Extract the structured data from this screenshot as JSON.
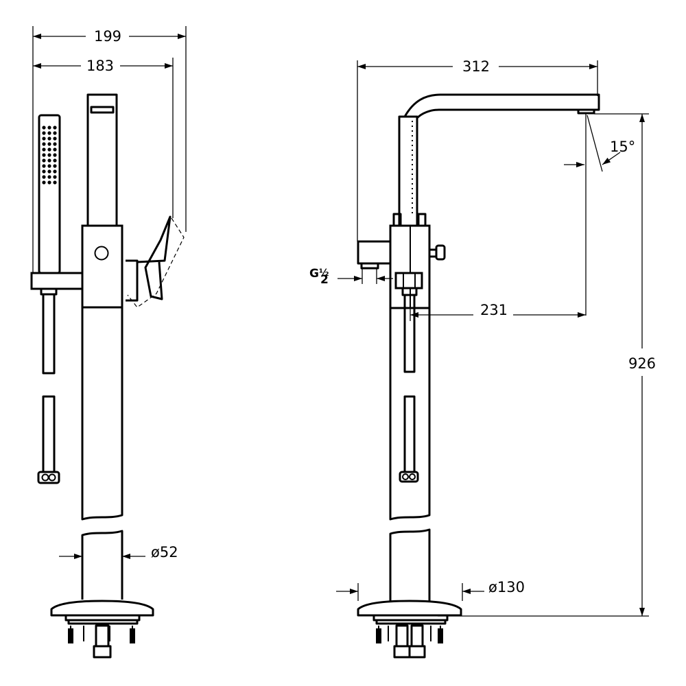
{
  "front_view": {
    "dim_overall_width": "199",
    "dim_lever_width": "183",
    "dim_column_diameter": "ø52"
  },
  "side_view": {
    "dim_spout_reach": "312",
    "dim_spout_angle": "15°",
    "dim_inlet_thread": "G½",
    "dim_inlet_thread_main": "G",
    "dim_inlet_thread_frac": "½",
    "dim_inlet_thread_suffix": "2",
    "dim_spout_to_shower": "231",
    "dim_total_height": "926",
    "dim_base_diameter": "ø130"
  }
}
